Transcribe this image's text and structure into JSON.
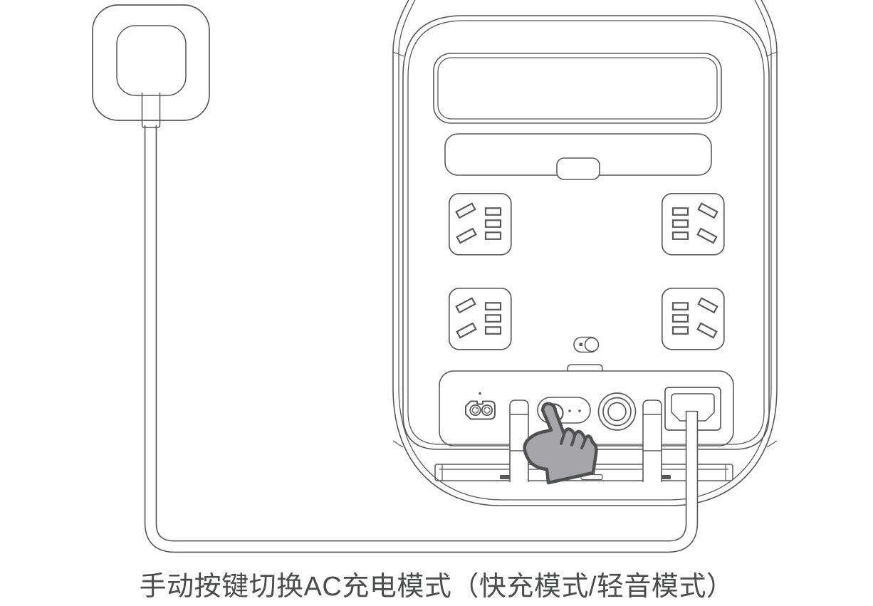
{
  "caption": {
    "text": "手动按键切换AC充电模式（快充模式/轻音模式）"
  },
  "colors": {
    "line": "#58595b",
    "dark_fill": "#58595b",
    "hand_fill": "#a6a6a8",
    "hand_outline": "#4f5052",
    "background": "#ffffff",
    "caption_color": "#4b4c4e"
  },
  "components": {
    "wall_plug": "wall-plug",
    "power_cable": "power-cable",
    "device": "power-station-rear-view",
    "handle_recess": "top-handle-recess",
    "ac_outlets": "ac-output-socket",
    "toggle_switch": "small-toggle-switch",
    "dc_connector": "two-pin-dc-connector",
    "cable_hooks": "cable-wrap-hook",
    "mode_button": "ac-charge-mode-button",
    "indicator_dots": "mode-indicator-dots",
    "round_port": "round-input-port",
    "ac_inlet": "ac-input-socket",
    "base_bar": "base-stand-bar",
    "press_hand": "press-hand-icon"
  }
}
